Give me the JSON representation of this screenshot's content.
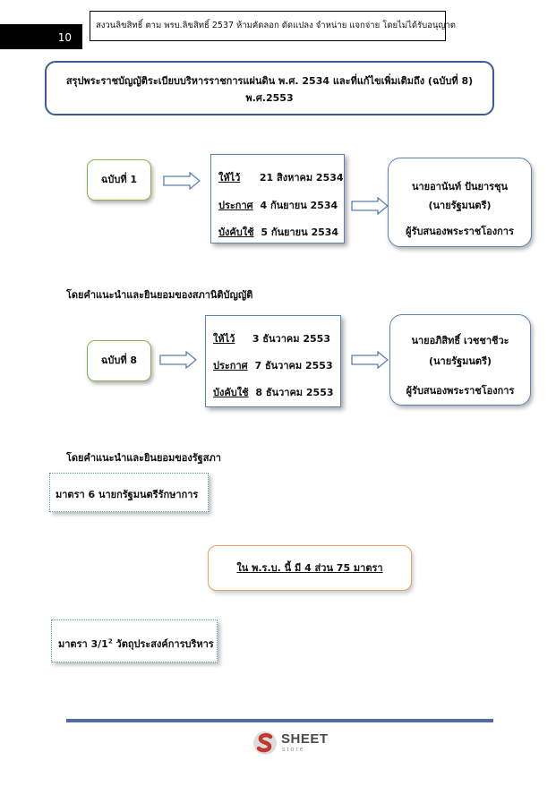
{
  "header": {
    "page_number": "10",
    "copyright": "สงวนลิขสิทธิ์ ตาม พรบ.ลิขสิทธิ์ 2537 ห้ามคัดลอก ดัดแปลง จำหน่าย แจกจ่าย โดยไม่ได้รับอนุญาต"
  },
  "title": {
    "line1": "สรุปพระราชบัญญัติระเบียบบริหารราชการแผ่นดิน พ.ศ. 2534 และที่แก้ไขเพิ่มเติมถึง (ฉบับที่ 8)",
    "line2": "พ.ศ.2553"
  },
  "edition1": {
    "label": "ฉบับที่ 1",
    "rows": [
      {
        "label": "ให้ไว้",
        "value": "21 สิงหาคม 2534"
      },
      {
        "label": "ประกาศ",
        "value": "4 กันยายน 2534"
      },
      {
        "label": "บังคับใช้",
        "value": "5 กันยายน 2534"
      }
    ],
    "minister": {
      "name": "นายอานันท์ ปันยารชุน",
      "role": "(นายรัฐมนตรี)",
      "duty": "ผู้รับสนองพระราชโองการ"
    }
  },
  "note1": "โดยคำแนะนำและยินยอมของสภานิติบัญญัติ",
  "edition8": {
    "label": "ฉบับที่ 8",
    "rows": [
      {
        "label": "ให้ไว้",
        "value": "3 ธันวาคม 2553"
      },
      {
        "label": "ประกาศ",
        "value": "7 ธันวาคม 2553"
      },
      {
        "label": "บังคับใช้",
        "value": "8 ธันวาคม 2553"
      }
    ],
    "minister": {
      "name": "นายอภิสิทธิ์ เวชชาชีวะ",
      "role": "(นายรัฐมนตรี)",
      "duty": "ผู้รับสนองพระราชโองการ"
    }
  },
  "note2": "โดยคำแนะนำและยินยอมของรัฐสภา",
  "section6": "มาตรา 6 นายกรัฐมนตรีรักษาการ",
  "summary": "ใน พ.ร.บ. นี้ มี 4 ส่วน 75 มาตรา",
  "section3": {
    "prefix": "มาตรา 3/1",
    "superscript": "2",
    "suffix": " วัตถุประสงค์การบริหาร"
  },
  "footer": {
    "brand": "SHEET",
    "sub": "store"
  }
}
